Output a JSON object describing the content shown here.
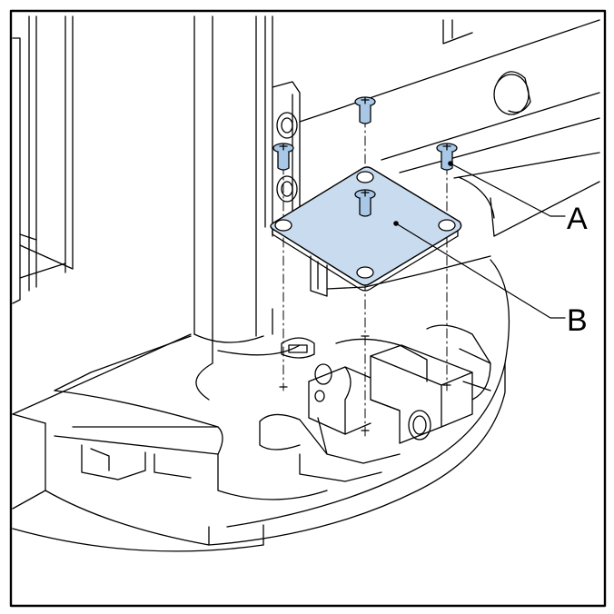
{
  "figure": {
    "callouts": [
      {
        "id": "A",
        "text": "A"
      },
      {
        "id": "B",
        "text": "B"
      }
    ],
    "colors": {
      "line": "#000000",
      "plate_fill": "#c9dcef",
      "screw_fill": "#a9c7e6",
      "background": "#ffffff"
    },
    "icons": {
      "screw": "countersunk-screw-icon",
      "plate": "mounting-plate"
    }
  }
}
